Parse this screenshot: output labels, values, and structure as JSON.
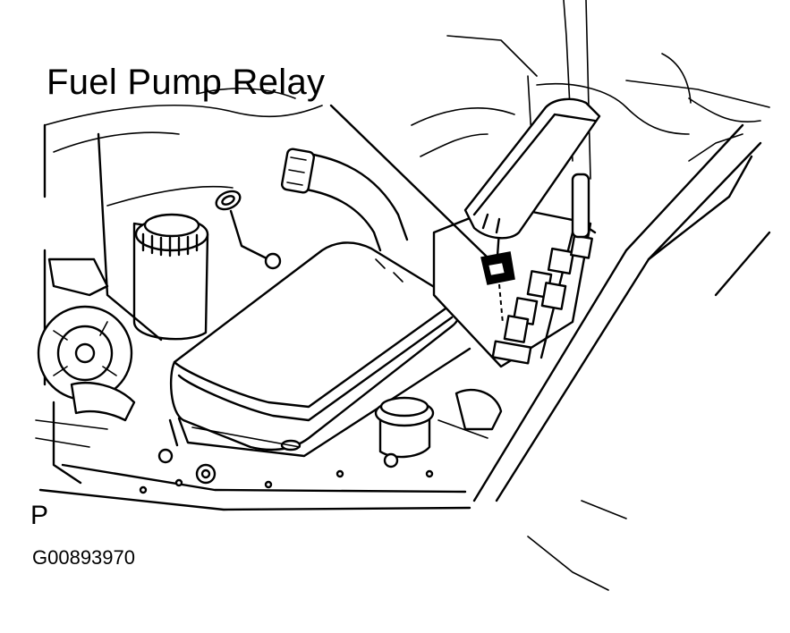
{
  "callout": {
    "text": "Fuel Pump Relay"
  },
  "view_marker": {
    "text": "P"
  },
  "figure_id": {
    "text": "G00893970"
  },
  "colors": {
    "line": "#000000",
    "background": "#ffffff"
  }
}
